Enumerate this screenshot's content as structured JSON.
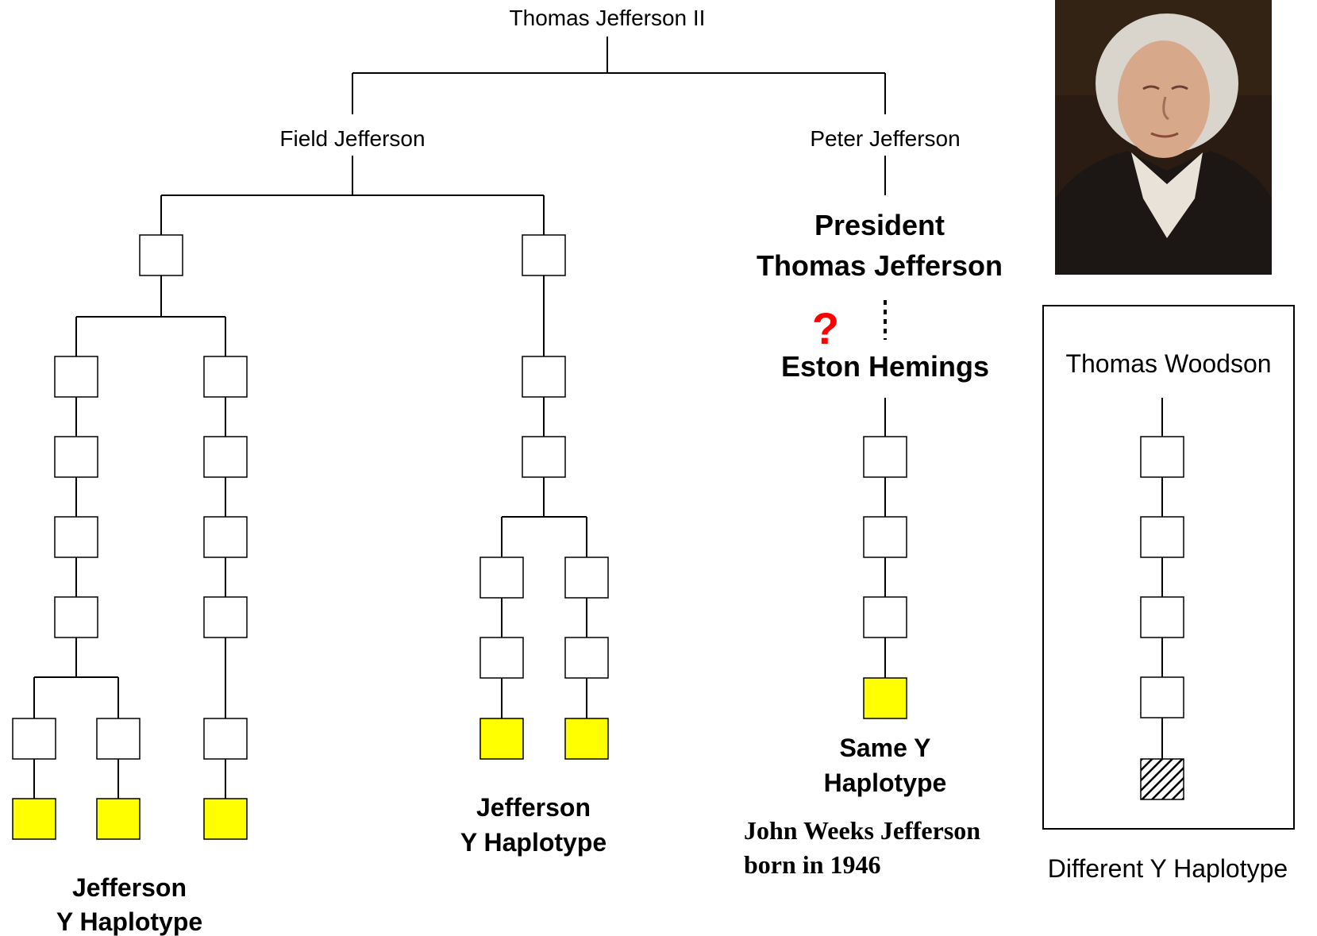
{
  "colors": {
    "carrier": "#ffff00",
    "empty": "#ffffff",
    "question": "#ff0000",
    "line": "#000000",
    "coat": "#1c1714",
    "portrait_bg": "#2a1c12",
    "hair": "#d9d4cc",
    "face": "#d8a88a"
  },
  "ancestors": {
    "root": "Thomas Jefferson II",
    "field": "Field Jefferson",
    "peter": "Peter Jefferson"
  },
  "president": {
    "line1": "President",
    "line2": "Thomas Jefferson"
  },
  "question_mark": "?",
  "eston": "Eston Hemings",
  "woodson": {
    "name": "Thomas Woodson",
    "result": "Different Y Haplotype"
  },
  "results": {
    "left_line1": "Jefferson",
    "left_line2": "Y Haplotype",
    "middle_line1": "Jefferson",
    "middle_line2": "Y Haplotype",
    "hemings_line1": "Same Y",
    "hemings_line2": "Haplotype"
  },
  "descendant": {
    "line1": "John Weeks Jefferson",
    "line2": "born in 1946"
  },
  "portrait": {
    "icon": "thomas-jefferson-portrait"
  },
  "legend_states": [
    "empty",
    "carrier",
    "hatched"
  ]
}
